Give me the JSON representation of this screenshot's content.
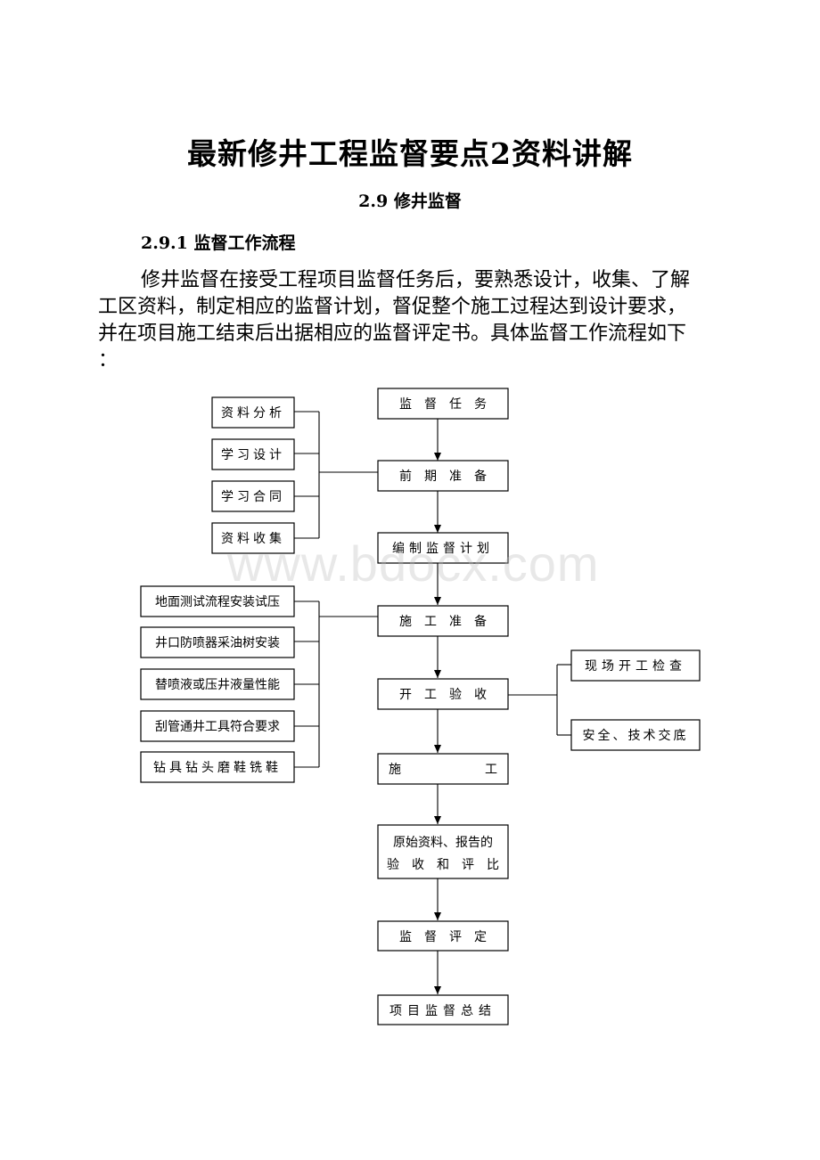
{
  "document": {
    "title": "最新修井工程监督要点2资料讲解",
    "section": "2.9 修井监督",
    "subsection": "2.9.1 监督工作流程",
    "paragraph_lines": [
      "修井监督在接受工程项目监督任务后，要熟悉设计，收集、了解",
      "工区资料，制定相应的监督计划，督促整个施工过程达到设计要求，",
      "并在项目施工结束后出据相应的监督评定书。具体监督工作流程如下",
      "："
    ],
    "watermark": "www.bdocx.com"
  },
  "flowchart": {
    "main_steps": {
      "s1": "监　督　任　务",
      "s2": "前　期　准　备",
      "s3": "编制监督计划",
      "s4": "施　工　准　备",
      "s5": "开　工　验　收",
      "s6_left": "施",
      "s6_right": "工",
      "s7_line1": "原始资料、报告的",
      "s7_line2": "验　收　和　评　比",
      "s8": "监　督　评　定",
      "s9": "项目监督总结"
    },
    "prep_items": {
      "p1": "资料分析",
      "p2": "学习设计",
      "p3": "学习合同",
      "p4": "资料收集"
    },
    "construction_items": {
      "c1": "地面测试流程安装试压",
      "c2": "井口防喷器采油树安装",
      "c3": "替喷液或压井液量性能",
      "c4": "刮管通井工具符合要求",
      "c5": "钻具钻头磨鞋铣鞋"
    },
    "acceptance_items": {
      "a1": "现场开工检查",
      "a2": "安全、技术交底"
    }
  }
}
